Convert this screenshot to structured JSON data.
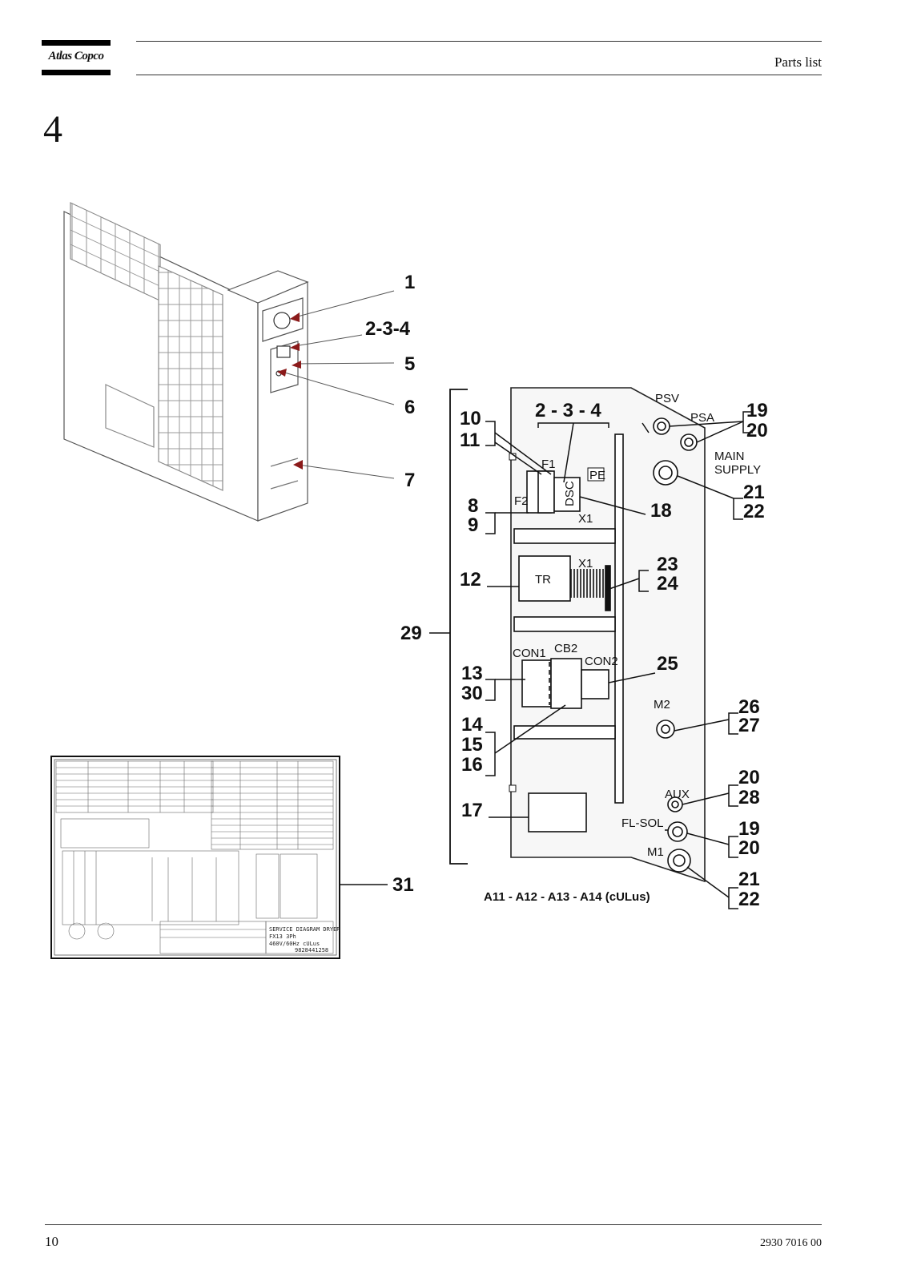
{
  "header": {
    "brand": "Atlas Copco",
    "title": "Parts list"
  },
  "section_number": "4",
  "footer": {
    "page_number": "10",
    "doc_number": "2930 7016 00"
  },
  "dryer_callouts": [
    "1",
    "2-3-4",
    "5",
    "6",
    "7"
  ],
  "panel": {
    "top_labels": [
      "PSV",
      "PSA",
      "MAIN",
      "SUPPLY"
    ],
    "components": {
      "f1": "F1",
      "f2": "F2",
      "dsc": "DSC",
      "pe": "PE",
      "x1a": "X1",
      "tr": "TR",
      "x1b": "X1",
      "con1": "CON1",
      "cb2": "CB2",
      "con2": "CON2",
      "m2": "M2",
      "aux": "AUX",
      "flsol": "FL-SOL",
      "m1": "M1"
    },
    "callouts": {
      "c234": "2 - 3 - 4",
      "c10": "10",
      "c11": "11",
      "c8": "8",
      "c9": "9",
      "c18": "18",
      "c12": "12",
      "c23": "23",
      "c24": "24",
      "c29": "29",
      "c13": "13",
      "c30": "30",
      "c25": "25",
      "c14": "14",
      "c15": "15",
      "c16": "16",
      "c17": "17",
      "c19a": "19",
      "c20a": "20",
      "c21a": "21",
      "c22a": "22",
      "c26": "26",
      "c27": "27",
      "c20b": "20",
      "c28": "28",
      "c19b": "19",
      "c20c": "20",
      "c21b": "21",
      "c22b": "22"
    },
    "caption": "A11 - A12 - A13 - A14 (cULus)"
  },
  "diagram": {
    "callout": "31",
    "title_lines": [
      "SERVICE DIAGRAM DRYER",
      "FX13 3Ph",
      "460V/60Hz cULus"
    ],
    "drawing_number": "9828441258"
  }
}
